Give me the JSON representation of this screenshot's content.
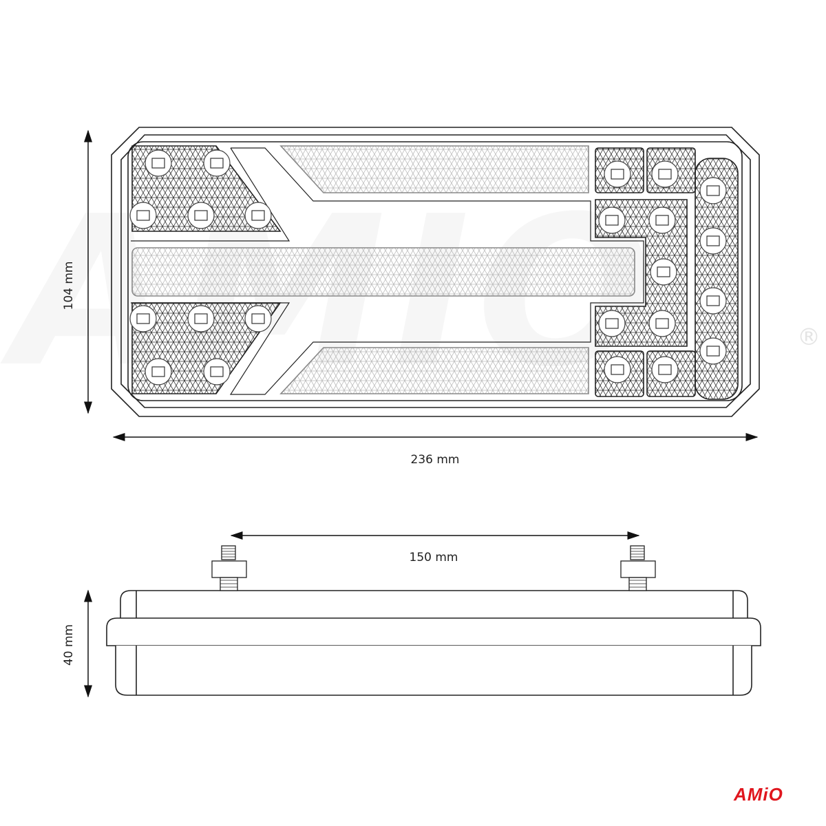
{
  "dimensions": {
    "height_front": "104 mm",
    "width_front": "236 mm",
    "stud_spacing": "150 mm",
    "depth_side": "40 mm"
  },
  "brand": {
    "logo_text": "AMiO",
    "watermark_text": "AMiO",
    "registered_mark": "®",
    "logo_color": "#e0161e"
  },
  "views": [
    "front-view",
    "side-view"
  ]
}
